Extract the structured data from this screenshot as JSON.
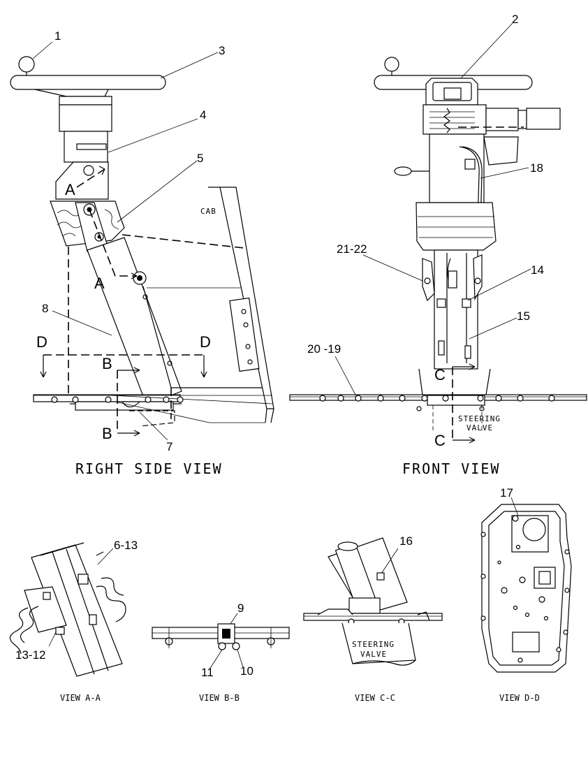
{
  "callouts": {
    "c1": "1",
    "c2": "2",
    "c3": "3",
    "c4": "4",
    "c5": "5",
    "c7": "7",
    "c8": "8",
    "c9": "9",
    "c10": "10",
    "c11": "11",
    "c14": "14",
    "c15": "15",
    "c16": "16",
    "c17": "17",
    "c18": "18",
    "c6_13": "6-13",
    "c13_12": "13-12",
    "c20_19": "20 -19",
    "c21_22": "21-22"
  },
  "sections": {
    "a_top": "A",
    "a_bot": "A",
    "b_top": "B",
    "b_bot": "B",
    "c_top": "C",
    "c_bot": "C",
    "d_left": "D",
    "d_right": "D"
  },
  "notes": {
    "cab": "CAB",
    "steering_valve_front": [
      "STEERING",
      "VALVE"
    ],
    "steering_valve_cc": [
      "STEERING",
      "VALVE"
    ]
  },
  "views": {
    "right_side": "RIGHT SIDE VIEW",
    "front": "FRONT VIEW",
    "aa": "VIEW A-A",
    "bb": "VIEW B-B",
    "cc": "VIEW C-C",
    "dd": "VIEW D-D"
  }
}
